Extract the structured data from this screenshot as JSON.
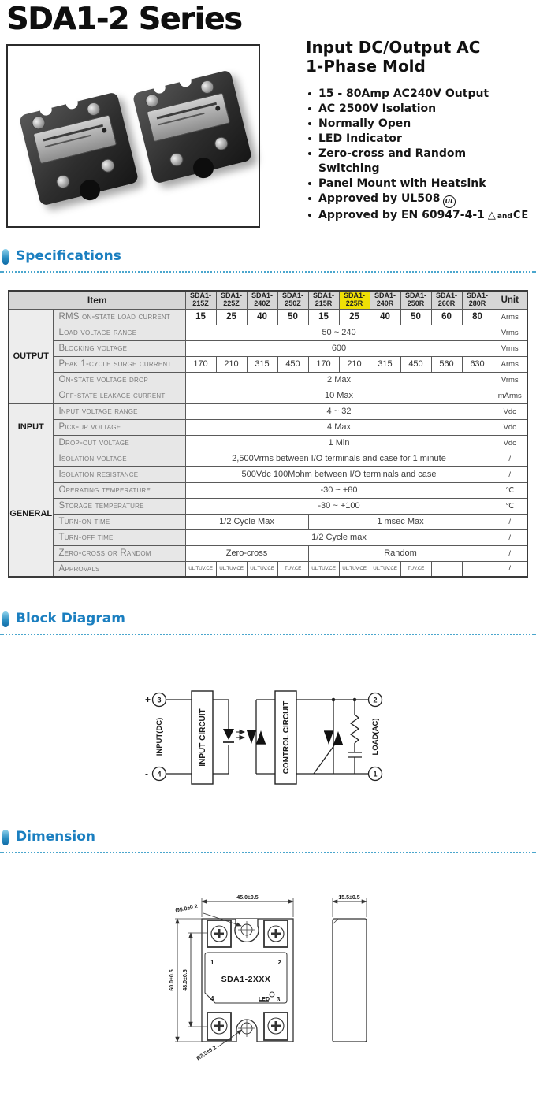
{
  "page_title": "SDA1-2 Series",
  "intro": {
    "subtitle_line1": "Input DC/Output AC",
    "subtitle_line2": "1-Phase Mold",
    "bullet_glyph": "•",
    "features": [
      "15 - 80Amp AC240V Output",
      "AC 2500V Isolation",
      "Normally Open",
      "LED Indicator",
      "Zero-cross and Random Switching",
      "Panel Mount with Heatsink",
      "Approved by UL508",
      "Approved by EN 60947-4-1"
    ],
    "marks": {
      "ul": "UL",
      "triangle": "△",
      "and": "and",
      "ce": "CE"
    }
  },
  "sections": {
    "specifications": "Specifications",
    "block_diagram": "Block Diagram",
    "dimension": "Dimension"
  },
  "colors": {
    "section_blue": "#1b7fc0",
    "dotted_line": "#4aa6cd",
    "highlight_yellow": "#efdf06"
  },
  "spec_table": {
    "item_header": "Item",
    "unit_header": "Unit",
    "columns": [
      "SDA1-215Z",
      "SDA1-225Z",
      "SDA1-240Z",
      "SDA1-250Z",
      "SDA1-215R",
      "SDA1-225R",
      "SDA1-240R",
      "SDA1-250R",
      "SDA1-260R",
      "SDA1-280R"
    ],
    "highlighted_column": "SDA1-225R",
    "groups": [
      {
        "label": "OUTPUT"
      },
      {
        "label": "INPUT"
      },
      {
        "label": "GENERAL"
      }
    ],
    "rows": [
      {
        "label": "RMS on-state load current",
        "values": [
          "15",
          "25",
          "40",
          "50",
          "15",
          "25",
          "40",
          "50",
          "60",
          "80"
        ],
        "unit": "Arms"
      },
      {
        "label": "Load voltage range",
        "span": "50 ~ 240",
        "unit": "Vrms"
      },
      {
        "label": "Blocking voltage",
        "span": "600",
        "unit": "Vrms"
      },
      {
        "label": "Peak 1-cycle surge current",
        "values": [
          "170",
          "210",
          "315",
          "450",
          "170",
          "210",
          "315",
          "450",
          "560",
          "630"
        ],
        "unit": "Arms"
      },
      {
        "label": "On-state voltage drop",
        "span": "2 Max",
        "unit": "Vrms"
      },
      {
        "label": "Off-state leakage current",
        "span": "10 Max",
        "unit": "mArms"
      },
      {
        "label": "Input voltage range",
        "span": "4 ~ 32",
        "unit": "Vdc"
      },
      {
        "label": "Pick-up voltage",
        "span": "4 Max",
        "unit": "Vdc"
      },
      {
        "label": "Drop-out voltage",
        "span": "1 Min",
        "unit": "Vdc"
      },
      {
        "label": "Isolation voltage",
        "span": "2,500Vrms between I/O terminals and case for 1 minute",
        "unit": "/"
      },
      {
        "label": "Isolation resistance",
        "span": "500Vdc 100Mohm between I/O terminals and case",
        "unit": "/"
      },
      {
        "label": "Operating temperature",
        "span": "-30 ~ +80",
        "unit": "℃"
      },
      {
        "label": "Storage temperature",
        "span": "-30 ~ +100",
        "unit": "℃"
      },
      {
        "label": "Turn-on time",
        "left": "1/2 Cycle Max",
        "right": "1 msec Max",
        "unit": "/"
      },
      {
        "label": "Turn-off time",
        "span": "1/2 Cycle max",
        "unit": "/"
      },
      {
        "label": "Zero-cross or Random",
        "left": "Zero-cross",
        "right": "Random",
        "unit": "/"
      },
      {
        "label": "Approvals",
        "values": [
          "UL,TUV,CE",
          "UL,TUV,CE",
          "UL,TUV,CE",
          "TUV,CE",
          "UL,TUV,CE",
          "UL,TUV,CE",
          "UL,TUV,CE",
          "TUV,CE",
          "",
          ""
        ],
        "unit": "/"
      }
    ]
  },
  "block_diagram": {
    "plus": "+",
    "minus": "-",
    "terminal_1": "1",
    "terminal_2": "2",
    "terminal_3": "3",
    "terminal_4": "4",
    "input_label": "INPUT(DC)",
    "load_label": "LOAD(AC)",
    "input_circuit": "INPUT CIRCUIT",
    "control_circuit": "CONTROL CIRCUIT"
  },
  "dimension": {
    "width": "45.0±0.5",
    "depth": "15.5±0.5",
    "height_outer": "60.0±0.5",
    "height_inner": "48.0±0.5",
    "hole_diameter": "Ø5.0±0.2",
    "slot_radius": "R2.5±0.2",
    "model_label": "SDA1-2XXX",
    "led_label": "LED",
    "terminal_1": "1",
    "terminal_2": "2",
    "terminal_3": "3",
    "terminal_4": "4"
  }
}
